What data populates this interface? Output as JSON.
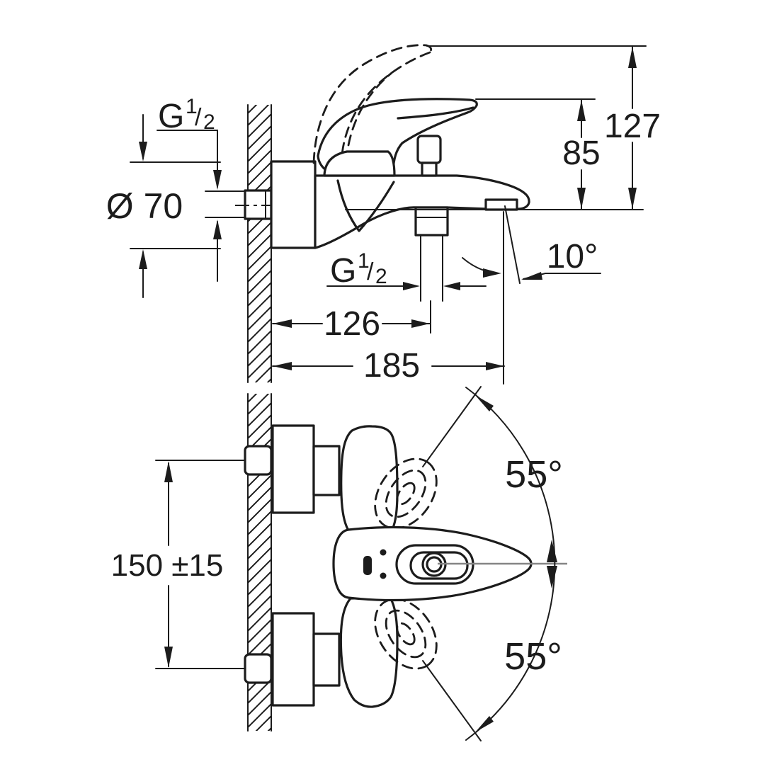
{
  "colors": {
    "background": "#ffffff",
    "ink": "#1c1c1c",
    "centerline_gray": "#858585"
  },
  "side_view": {
    "thread_top": {
      "base": "G",
      "sup": "1",
      "slash": "/",
      "sub": "2"
    },
    "rosette_diameter": "Ø 70",
    "overall_height": "127",
    "spout_drop_height": "85",
    "spout_angle": "10°",
    "thread_bottom": {
      "base": "G",
      "sup": "1",
      "slash": "/",
      "sub": "2"
    },
    "wall_to_shower_outlet": "126",
    "wall_to_spout_tip": "185"
  },
  "plan_view": {
    "supply_center_distance": "150 ±15",
    "handle_swing_upper": "55°",
    "handle_swing_lower": "55°"
  }
}
